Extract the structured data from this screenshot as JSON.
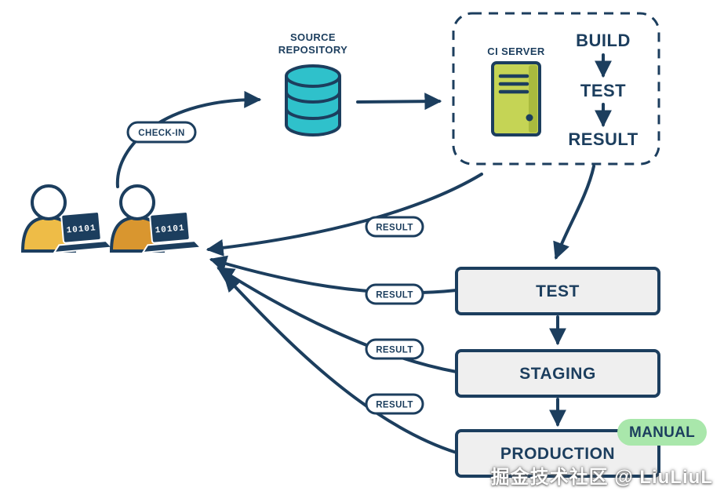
{
  "colors": {
    "navy": "#1c3e5e",
    "teal": "#2fc1cb",
    "server_green": "#c5d455",
    "server_green_dark": "#a9ba3e",
    "manual_green": "#a9e7ab",
    "stage_fill": "#efefef",
    "dev1_shirt": "#eebc47",
    "dev2_shirt": "#d9962f"
  },
  "developers": [
    {
      "laptop_code": "10101"
    },
    {
      "laptop_code": "10101"
    }
  ],
  "check_in_label": "CHECK-IN",
  "source_repository": {
    "line1": "SOURCE",
    "line2": "REPOSITORY"
  },
  "ci_box": {
    "server_label": "CI SERVER",
    "steps": [
      "BUILD",
      "TEST",
      "RESULT"
    ]
  },
  "result_labels": [
    "RESULT",
    "RESULT",
    "RESULT",
    "RESULT"
  ],
  "stages": [
    {
      "label": "TEST"
    },
    {
      "label": "STAGING"
    },
    {
      "label": "PRODUCTION"
    }
  ],
  "manual_label": "MANUAL",
  "watermark": "掘金技术社区 @ LiuLiuL"
}
